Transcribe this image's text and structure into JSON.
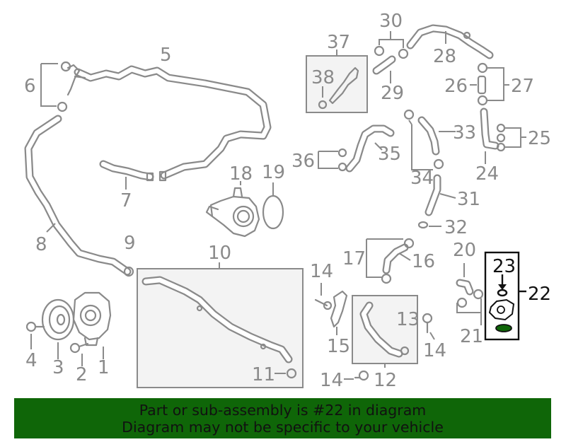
{
  "callouts": {
    "c1": "1",
    "c2": "2",
    "c3": "3",
    "c4": "4",
    "c5": "5",
    "c6": "6",
    "c7": "7",
    "c8": "8",
    "c9": "9",
    "c10": "10",
    "c11": "11",
    "c12": "12",
    "c13": "13",
    "c14a": "14",
    "c14b": "14",
    "c14c": "14",
    "c15": "15",
    "c16": "16",
    "c17": "17",
    "c18": "18",
    "c19": "19",
    "c20": "20",
    "c21": "21",
    "c22": "22",
    "c23": "23",
    "c24": "24",
    "c25": "25",
    "c26": "26",
    "c27": "27",
    "c28": "28",
    "c29": "29",
    "c30": "30",
    "c31": "31",
    "c32": "32",
    "c33": "33",
    "c34": "34",
    "c35": "35",
    "c36": "36",
    "c37": "37",
    "c38": "38"
  },
  "banner": {
    "line1": "Part or sub-assembly is #22 in diagram",
    "line2": "Diagram may not be specific to your vehicle"
  },
  "colors": {
    "banner": "#0f6608",
    "line": "#8a8a8a",
    "highlight": "#111111"
  }
}
